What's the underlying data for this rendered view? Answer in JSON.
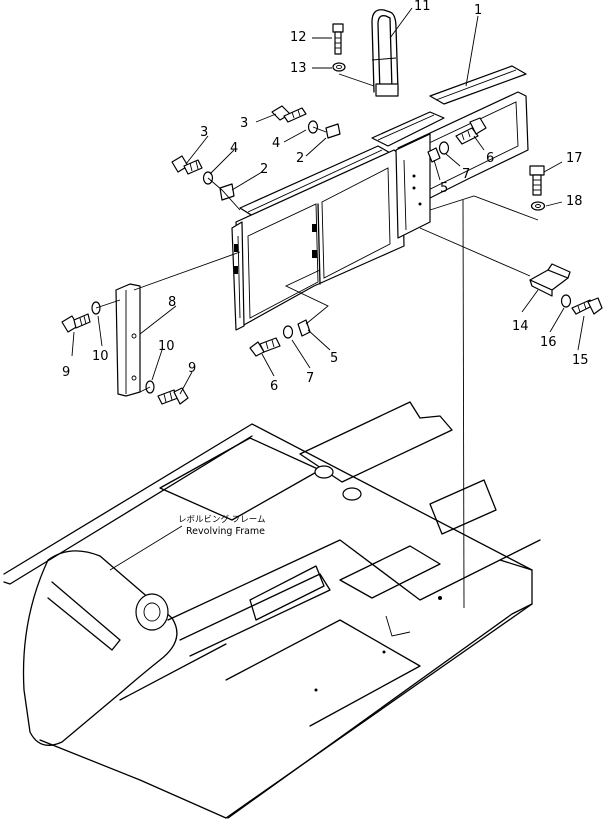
{
  "figure": {
    "label_jp": "レボルビング フレーム",
    "label_en": "Revolving Frame"
  },
  "callouts": {
    "c1": "1",
    "c2a": "2",
    "c2b": "2",
    "c3a": "3",
    "c3b": "3",
    "c4a": "4",
    "c4b": "4",
    "c5a": "5",
    "c5b": "5",
    "c6a": "6",
    "c6b": "6",
    "c7a": "7",
    "c7b": "7",
    "c8": "8",
    "c9a": "9",
    "c9b": "9",
    "c10a": "10",
    "c10b": "10",
    "c11": "11",
    "c12": "12",
    "c13": "13",
    "c14": "14",
    "c15": "15",
    "c16": "16",
    "c17": "17",
    "c18": "18"
  }
}
